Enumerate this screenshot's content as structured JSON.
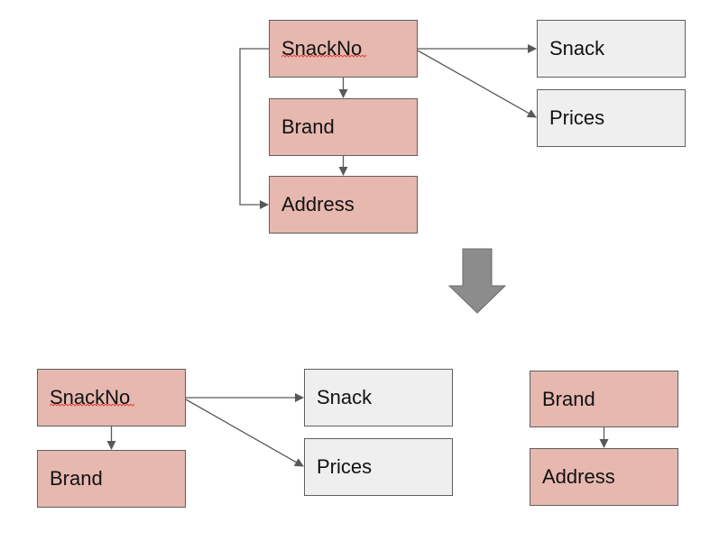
{
  "colors": {
    "key_fill": "#e6b8af",
    "attribute_fill": "#efefef",
    "border": "#5f5f5f",
    "connector": "#595959",
    "big_arrow_fill": "#8c8c8c",
    "spellcheck_underline": "#e53935"
  },
  "original": {
    "snackno": "SnackNo",
    "brand": "Brand",
    "address": "Address",
    "snack": "Snack",
    "prices": "Prices"
  },
  "decomposed": {
    "left": {
      "snackno": "SnackNo",
      "brand": "Brand",
      "snack": "Snack",
      "prices": "Prices"
    },
    "right": {
      "brand": "Brand",
      "address": "Address"
    }
  },
  "icons": {
    "transform_arrow": "down-arrow-icon"
  }
}
